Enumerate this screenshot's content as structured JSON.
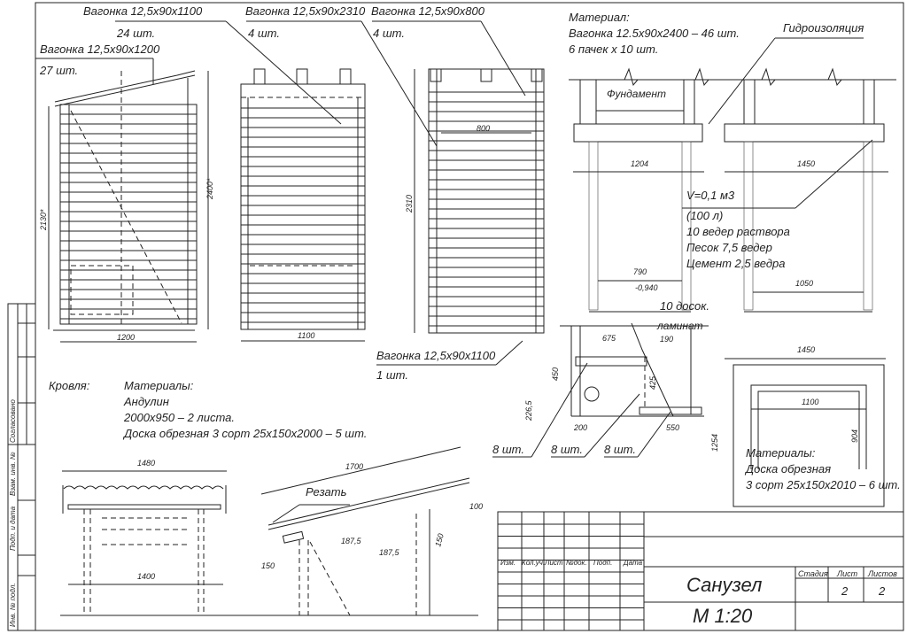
{
  "labels": {
    "vagonka_1100": "Вагонка 12,5х90х1100",
    "vagonka_1100_qty": "24 шт.",
    "vagonka_2310": "Вагонка 12,5х90х2310",
    "vagonka_2310_qty": "4 шт.",
    "vagonka_800": "Вагонка 12,5х90х800",
    "vagonka_800_qty": "4 шт.",
    "vagonka_1200": "Вагонка 12,5х90х1200",
    "vagonka_1200_qty": "27 шт.",
    "vagonka_1100b": "Вагонка 12,5х90х1100",
    "vagonka_1100b_qty": "1 шт.",
    "material_title": "Материал:",
    "material_line1": "Вагонка 12.5х90х2400 – 46 шт.",
    "material_line2": "6 пачек х 10 шт.",
    "waterproofing": "Гидроизоляция",
    "foundation": "Фундамент",
    "volume1": "V=0,1 м3",
    "volume2": "(100 л)",
    "mix1": "10 ведер раствора",
    "mix2": "Песок 7,5 ведер",
    "mix3": "Цемент 2,5 ведра",
    "boards10": "10 досок.",
    "laminate": "ламинат",
    "qty8a": "8 шт.",
    "qty8b": "8 шт.",
    "qty8c": "8 шт.",
    "roof": "Кровля:",
    "roof_mat_title": "Материалы:",
    "roof_mat1": "Андулин",
    "roof_mat2": "2000х950 – 2 листа.",
    "roof_mat3": "Доска обрезная 3 сорт 25х150х2000 – 5 шт.",
    "floor_mat_title": "Материалы:",
    "floor_mat1": "Доска обрезная",
    "floor_mat2": "3 сорт 25х150х2010 – 6 шт.",
    "cut": "Резать"
  },
  "dimensions": {
    "d2130": "2130*",
    "d2400": "2400*",
    "d1200": "1200",
    "d1100": "1100",
    "d2310": "2310",
    "d800": "800",
    "d1204": "1204",
    "d1450": "1450",
    "d790": "790",
    "d0940": "-0,940",
    "d1050": "1050",
    "d675": "675",
    "d190": "190",
    "d450": "450",
    "d2265": "226,5",
    "d425": "425",
    "d200": "200",
    "d550": "550",
    "d1450b": "1450",
    "d1100b": "1100",
    "d904": "904",
    "d1254": "1254",
    "d1480": "1480",
    "d1400": "1400",
    "d1700": "1700",
    "d100": "100",
    "d1875a": "187,5",
    "d1875b": "187,5",
    "d150a": "150",
    "d150b": "150"
  },
  "side_strip": [
    "Согласовано",
    "Взам. инв. №",
    "Подп. и дата",
    "Инв. № подл."
  ],
  "title_block": {
    "headers": [
      "Изм.",
      "Кол.уч.",
      "Лист",
      "№док.",
      "Подп.",
      "Дата"
    ],
    "title": "Санузел",
    "scale": "М 1:20",
    "stage_label": "Стадия",
    "sheet_label": "Лист",
    "sheets_label": "Листов",
    "sheet": "2",
    "sheets": "2"
  }
}
